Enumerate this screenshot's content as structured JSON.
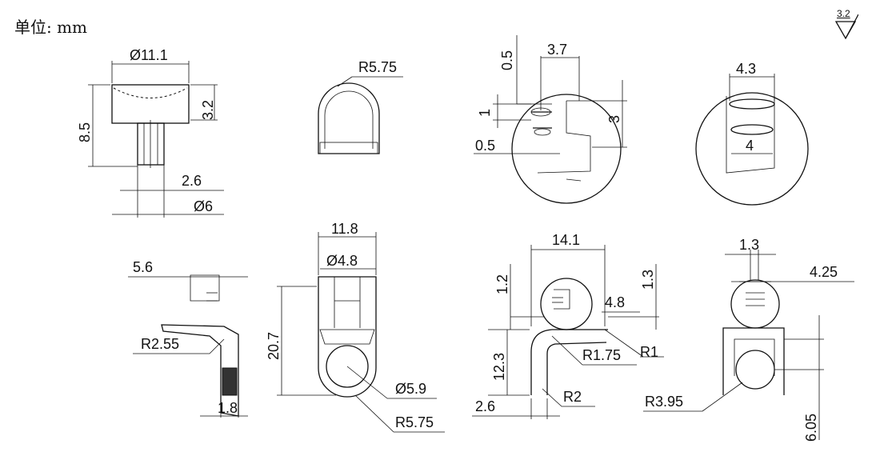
{
  "unit_label": "单位: mm",
  "surface_finish": "3.2",
  "dims": {
    "d_11_1": "Ø11.1",
    "d_8_5": "8.5",
    "d_3_2": "3.2",
    "d_2_6": "2.6",
    "d_6": "Ø6",
    "r_5_75_top": "R5.75",
    "d_0_5_top": "0.5",
    "d_3_7": "3.7",
    "d_1": "1",
    "d_3": "3",
    "d_0_5_bot": "0.5",
    "d_4_3": "4.3",
    "d_4": "4",
    "d_5_6": "5.6",
    "r_2_55": "R2.55",
    "d_1_8": "1.8",
    "d_11_8": "11.8",
    "d_4_8_dia": "Ø4.8",
    "d_20_7": "20.7",
    "d_5_9": "Ø5.9",
    "r_5_75_bot": "R5.75",
    "d_14_1": "14.1",
    "d_1_2": "1.2",
    "d_1_3_v": "1.3",
    "d_4_8": "4.8",
    "d_12_3": "12.3",
    "r_1_75": "R1.75",
    "r_1": "R1",
    "r_2": "R2",
    "d_1_3_h": "1.3",
    "d_4_25": "4.25",
    "r_3_95": "R3.95",
    "d_6_05": "6.05"
  }
}
